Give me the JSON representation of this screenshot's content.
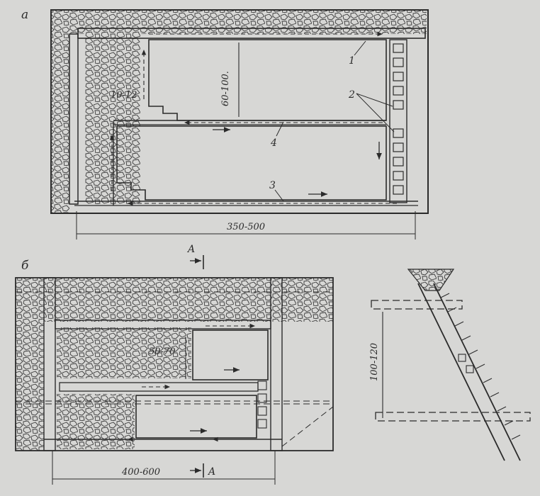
{
  "figure_a": {
    "panel_label": "а",
    "dim_width": "350-500",
    "dim_height": "60-100.",
    "dim_pillar": "10-12",
    "callouts": [
      "1",
      "2",
      "3",
      "4"
    ]
  },
  "figure_b": {
    "panel_label": "б",
    "dim_width": "400-600",
    "dim_height": "50-70",
    "section_mark": "A"
  },
  "section": {
    "dim_height": "100-120"
  },
  "colors": {
    "paper": "#d7d7d5",
    "ink": "#2b2b2b"
  }
}
